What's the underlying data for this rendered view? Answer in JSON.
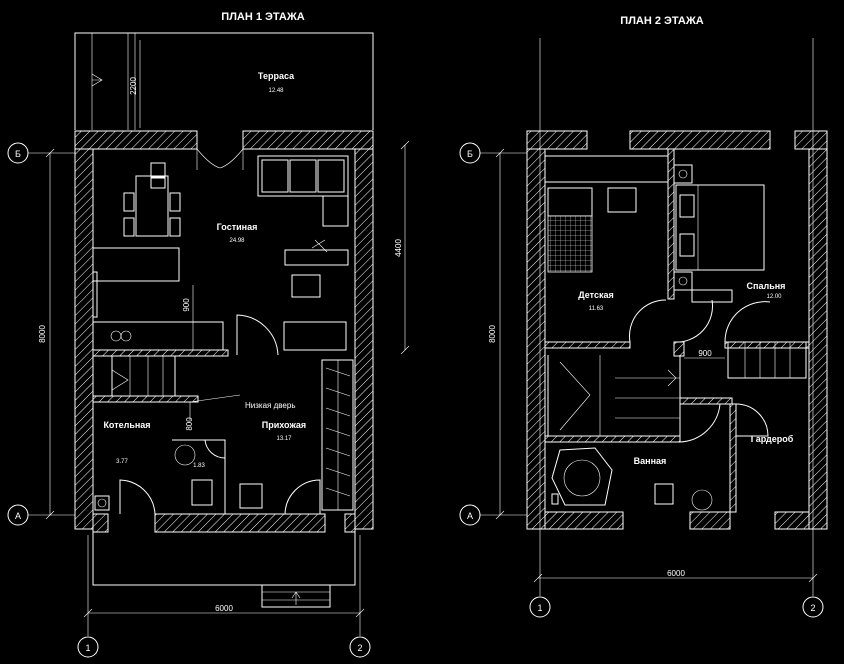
{
  "plan1": {
    "title": "ПЛАН 1 ЭТАЖА",
    "rooms": [
      {
        "name": "Терраса",
        "area": "12.48"
      },
      {
        "name": "Гостиная",
        "area": "24.98"
      },
      {
        "name": "Котельная",
        "area": "3.77"
      },
      {
        "name": "Прихожая",
        "area": "13.17"
      },
      {
        "name": "",
        "area": "1.83"
      }
    ],
    "note": "Низкая дверь",
    "dims": {
      "terrace": "2200",
      "height": "8000",
      "living": "4400",
      "width": "6000",
      "w900": "900",
      "w800": "800"
    }
  },
  "plan2": {
    "title": "ПЛАН 2 ЭТАЖА",
    "rooms": [
      {
        "name": "Детская",
        "area": "11.63"
      },
      {
        "name": "Спальня",
        "area": "12.00"
      },
      {
        "name": "Ванная",
        "area": ""
      },
      {
        "name": "Гардероб",
        "area": ""
      }
    ],
    "dims": {
      "height": "8000",
      "width": "6000",
      "w900": "900"
    }
  },
  "axes": {
    "a": "А",
    "b": "Б",
    "one": "1",
    "two": "2"
  }
}
